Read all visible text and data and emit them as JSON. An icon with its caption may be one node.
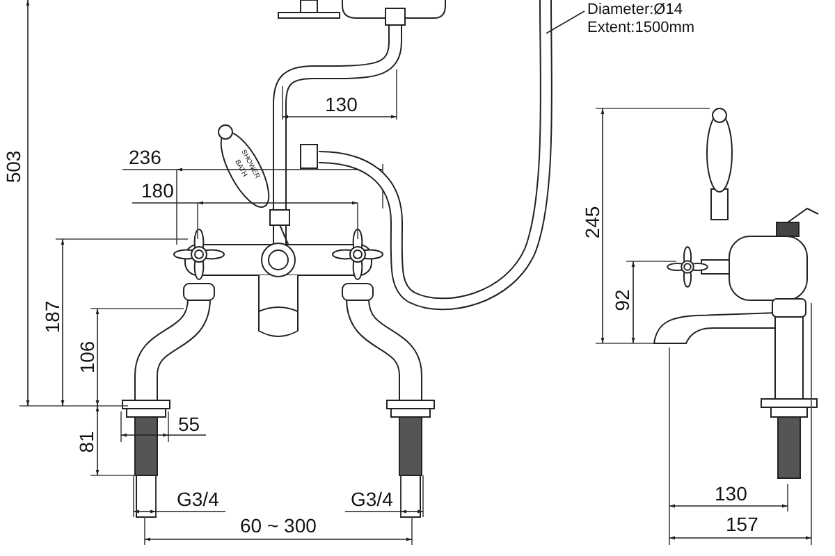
{
  "diagram": {
    "nodes": [
      {
        "text": [
          "Diameter:Ø14 Extent:1500mm"
        ]
      },
      {
        "text": [],
        "shape": "picture"
      }
    ],
    "edges": [
      {
        "from": 0,
        "to": 1,
        "arrow": "none"
      }
    ],
    "labels": [
      "130",
      "236",
      "SHOWER",
      "BATH",
      "180",
      "503",
      "245",
      "187",
      "92",
      "106",
      "81",
      "55",
      "G3/4",
      "G3/4",
      "130",
      "60 ~ 300",
      "157"
    ]
  }
}
